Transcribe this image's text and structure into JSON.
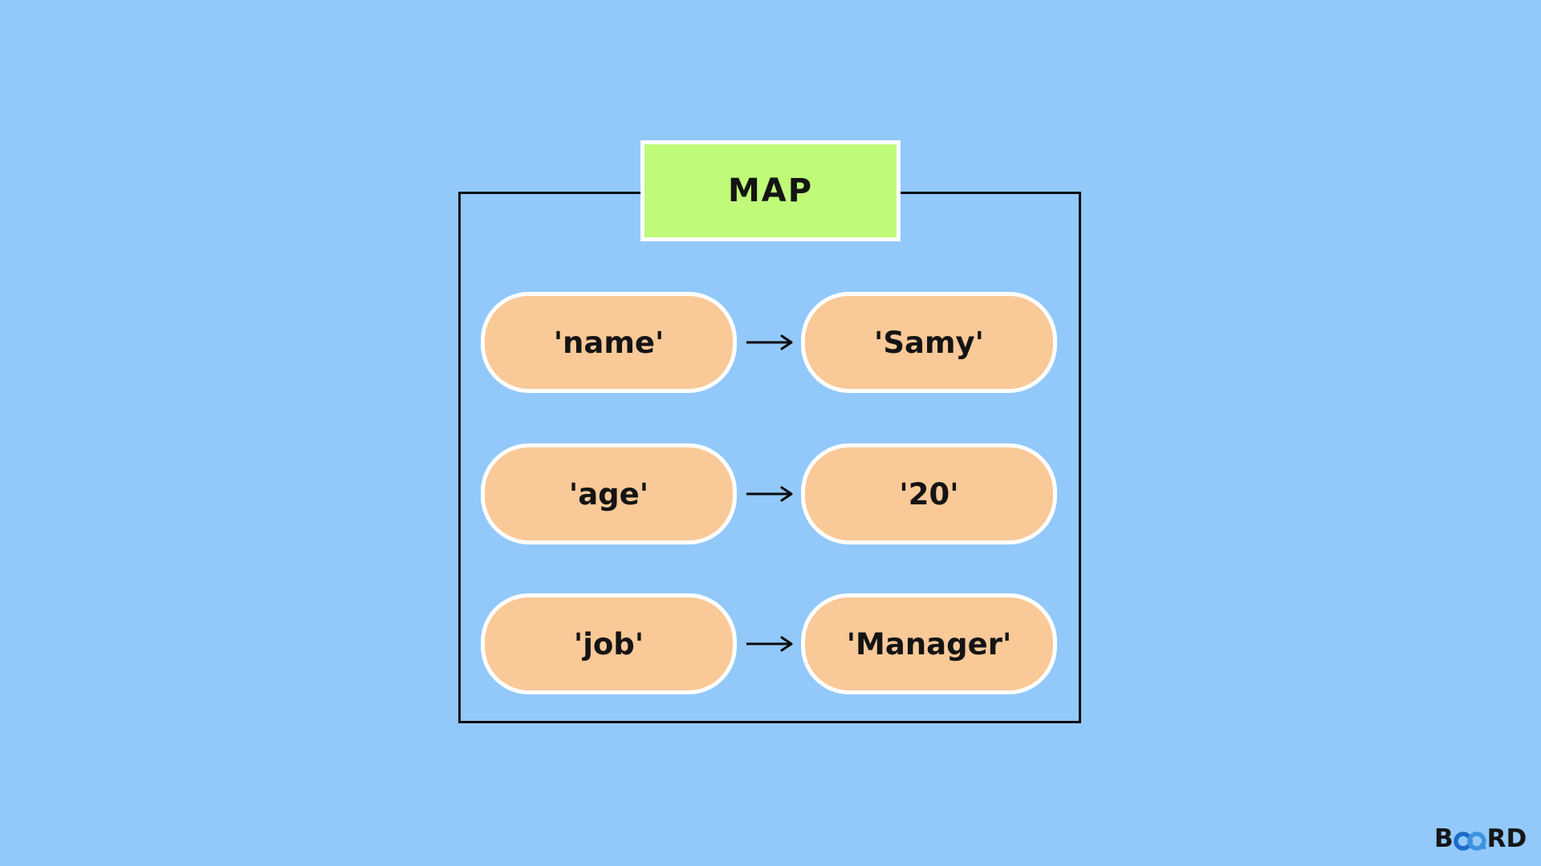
{
  "diagram": {
    "title": "MAP",
    "entries": [
      {
        "key": "'name'",
        "value": "'Samy'"
      },
      {
        "key": "'age'",
        "value": "'20'"
      },
      {
        "key": "'job'",
        "value": "'Manager'"
      }
    ]
  },
  "logo": {
    "text_prefix": "B",
    "text_suffix": "RD",
    "icon": "infinity-icon"
  },
  "colors": {
    "background": "#92C9FA",
    "title_fill": "#BFFA79",
    "title_border": "#FFFFFF",
    "pill_fill": "#F9C998",
    "pill_border": "#FFFFFF",
    "outline_black": "#0B0B0B",
    "text": "#141414",
    "logo_text": "#161616",
    "logo_blue_dark": "#1E6BCB",
    "logo_blue_light": "#3E93DF"
  }
}
